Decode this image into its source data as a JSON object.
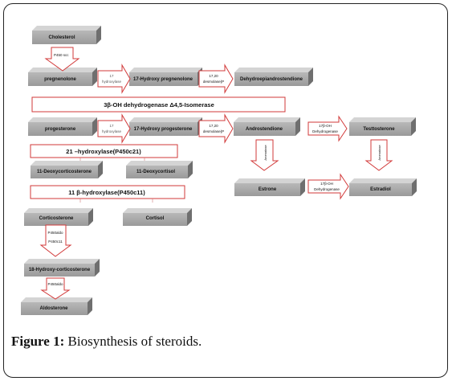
{
  "boxes": {
    "cholesterol": "Cholesterol",
    "pregnenolone": "pregnenolone",
    "hydroxy_pregnenolone": "17-Hydroxy pregnenolone",
    "dhea": "Dehydroepiandrostendione",
    "progesterone": "progesterone",
    "hydroxy_progesterone": "17-Hydroxy  progesterone",
    "androstenedione": "Androstendione",
    "testosterone": "Testtosterone",
    "deoxycorticosterone": "11-Deoxycorticosterone",
    "deoxycortisol": "11-Deoxycortisol",
    "estrone": "Estrone",
    "estradiol": "Estradiol",
    "corticosterone": "Corticosterone",
    "cortisol": "Cortisol",
    "hydroxy_corticosterone": "18-Hydroxy-corticosterone",
    "aldosterone": "Aldosterone"
  },
  "enzymes": {
    "p450scc": "P450 scc",
    "hydroxylase17a": "17",
    "hydroxylase17b": "hydroxylase",
    "desmolase_a1": "17,20",
    "desmolase_a2": "desmolase(P",
    "hsd3b": "3β-OH dehydrogenase Δ4,5-Isomerase",
    "hydroxylase17c": "17",
    "hydroxylase17d": "hydroxylase",
    "desmolase_b1": "17,20",
    "desmolase_b2": "desmolase(P",
    "hsd17b_1a": "17β-OH",
    "hsd17b_1b": "Dehydrogenase",
    "hydroxylase21": "21 –hydroxylase(P450c21)",
    "aromatase_1": "Aromatase",
    "aromatase_2": "Aromatase",
    "hsd17b_2a": "17β-OH",
    "hsd17b_2b": "Dehydrogenase",
    "hydroxylase11b": "11 β-hydroxylase(P450c11)",
    "p450aldo_1": "P450aldo",
    "p450c11": "P450c11",
    "p450aldo_2": "P450aldo"
  },
  "caption": {
    "label": "Figure 1:",
    "text": " Biosynthesis of steroids."
  },
  "colors": {
    "box_face": "#a7a7a7",
    "box_top": "#d4d4d4",
    "box_side": "#6f6f6f",
    "arrow_stroke": "#d23a3a",
    "text": "#111111"
  }
}
